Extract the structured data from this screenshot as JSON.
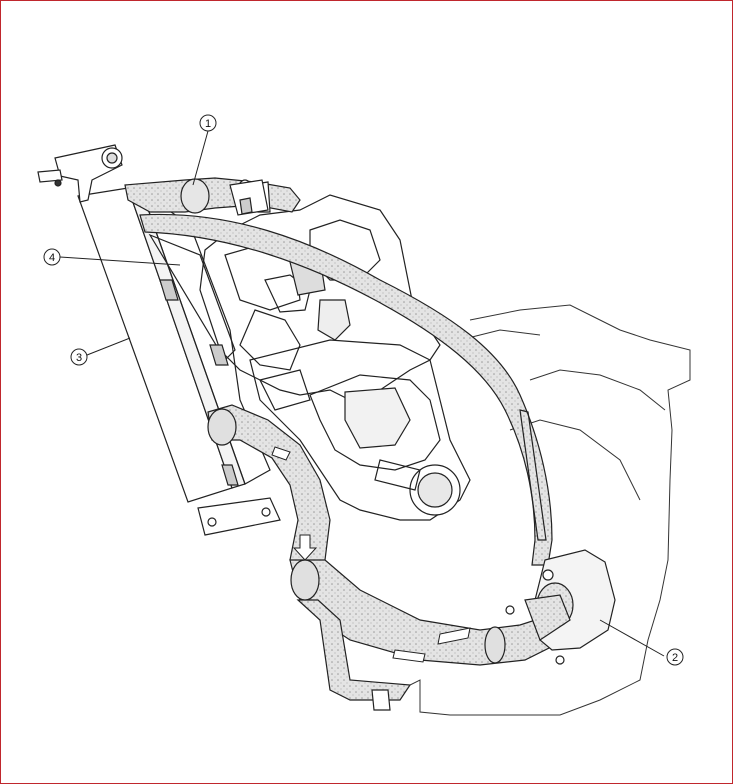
{
  "diagram": {
    "callouts": [
      {
        "id": "1",
        "label": "1"
      },
      {
        "id": "2",
        "label": "2"
      },
      {
        "id": "3",
        "label": "3"
      },
      {
        "id": "4",
        "label": "4"
      }
    ]
  },
  "colors": {
    "border": "#c0272d",
    "line": "#222222",
    "hose_fill": "#dcdcdc",
    "background": "#ffffff"
  }
}
